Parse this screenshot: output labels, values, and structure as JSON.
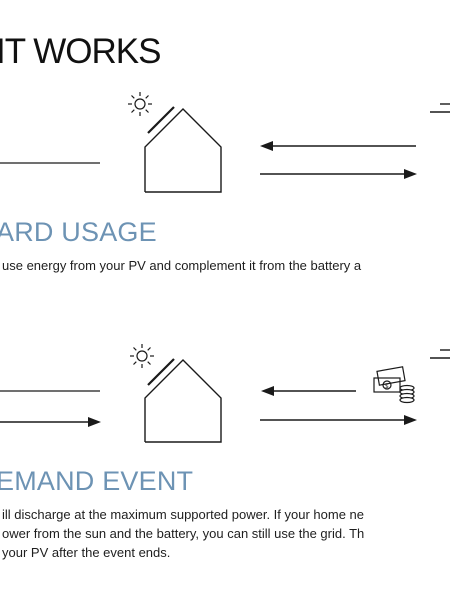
{
  "page": {
    "title": "IT WORKS"
  },
  "sections": [
    {
      "heading": "ARD USAGE",
      "lines": [
        "use energy from your PV and complement it from the battery a"
      ]
    },
    {
      "heading": "EMAND EVENT",
      "lines": [
        "ill discharge at the maximum supported power. If your home ne",
        "ower from the sun and the battery, you can still use the grid. Th",
        "your PV after the event ends."
      ]
    }
  ],
  "icons": {
    "sun": "sun-icon",
    "house": "house-icon",
    "money": "money-stack-icon",
    "arrow_left": "arrow-left-icon",
    "arrow_right": "arrow-right-icon"
  },
  "colors": {
    "heading_blue": "#6d93b4",
    "text": "#1e1e1e",
    "line": "#1a1a1a"
  }
}
